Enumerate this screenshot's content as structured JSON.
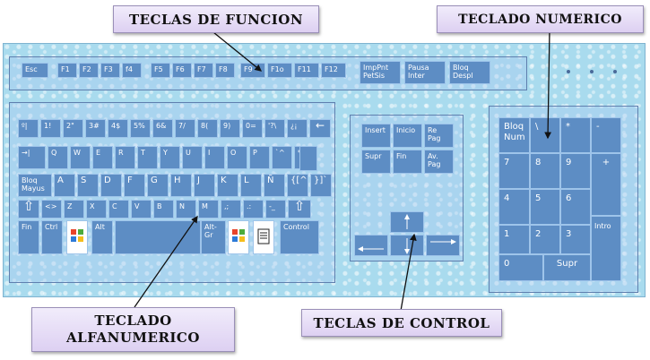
{
  "labels": {
    "funcion": "TECLAS DE FUNCION",
    "numerico": "TECLADO NUMERICO",
    "alfanumerico_1": "TECLADO",
    "alfanumerico_2": "ALFANUMERICO",
    "control": "TECLAS DE CONTROL"
  },
  "function_row": {
    "esc": "Esc",
    "f1": "F1",
    "f2": "F2",
    "f3": "F3",
    "f4": "f4",
    "f5": "F5",
    "f6": "F6",
    "f7": "F7",
    "f8": "F8",
    "f9": "F9",
    "f10": "F1o",
    "f11": "F11",
    "f12": "F12",
    "imppnt": "ImpPnt\nPetSis",
    "pausa": "Pausa\nInter",
    "bloq": "Bloq\nDespl"
  },
  "alpha": {
    "row1": [
      "º|",
      "1!",
      "2\"",
      "3#",
      "4$",
      "5%",
      "6&",
      "7/",
      "8(",
      "9)",
      "0=",
      "'?\\",
      "¿¡",
      "←"
    ],
    "row2": [
      "→|",
      "Q",
      "W",
      "E",
      "R",
      "T",
      "Y",
      "U",
      "I",
      "O",
      "P",
      "`^",
      "*+~"
    ],
    "row3": [
      "Bloq\nMayus",
      "A",
      "S",
      "D",
      "F",
      "G",
      "H",
      "J",
      "K",
      "L",
      "Ñ",
      "{[^",
      "}]`"
    ],
    "row4": [
      "⇧",
      "<>",
      "Z",
      "X",
      "C",
      "V",
      "B",
      "N",
      "M",
      ",;",
      ".:",
      "-_",
      "⇧"
    ],
    "row5": {
      "fin": "Fin",
      "ctrl": "Ctrl",
      "alt": "Alt",
      "altgr": "Alt-Gr",
      "control": "Control"
    }
  },
  "control_keys": {
    "insert": "Insert",
    "inicio": "Inicio",
    "repag": "Re\nPag",
    "supr": "Supr",
    "fin": "Fin",
    "avpag": "Av.\nPag"
  },
  "numpad": {
    "bloqnum": "Bloq\nNum",
    "slash": "\\",
    "star": "*",
    "minus": "-",
    "k7": "7",
    "k8": "8",
    "k9": "9",
    "plus": "+",
    "k4": "4",
    "k5": "5",
    "k6": "6",
    "k1": "1",
    "k2": "2",
    "k3": "3",
    "intro": "Intro",
    "k0": "0",
    "supr": "Supr"
  }
}
